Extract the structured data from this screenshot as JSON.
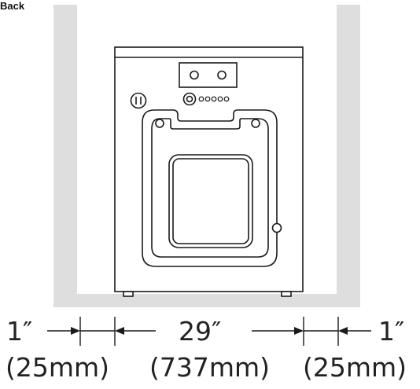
{
  "view_label": "Back",
  "colors": {
    "wall": "#dedede",
    "line": "#1a1a1a",
    "text": "#222222"
  },
  "dimensions": {
    "left_gap": {
      "inches": "1″",
      "mm": "(25mm)"
    },
    "width": {
      "inches": "29″",
      "mm": "(737mm)"
    },
    "right_gap": {
      "inches": "1″",
      "mm": "(25mm)"
    }
  },
  "icons": [
    "pause-button-icon",
    "wifi-indicator-icon",
    "door-handle-icon"
  ]
}
